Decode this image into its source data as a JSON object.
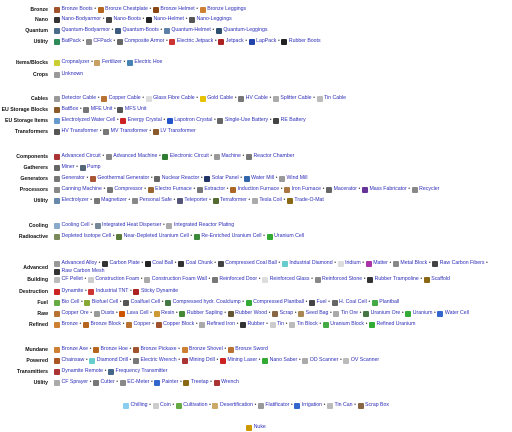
{
  "groups": [
    {
      "label": "Bronze",
      "items": [
        {
          "label": "Bronze Boots",
          "color": "#a0522d"
        },
        {
          "label": "Bronze Chestplate",
          "color": "#b5651d"
        },
        {
          "label": "Bronze Helmet",
          "color": "#8b4513"
        },
        {
          "label": "Bronze Leggings",
          "color": "#cd7f32"
        }
      ]
    },
    {
      "label": "Nano",
      "items": [
        {
          "label": "Nano-Bodyarmor",
          "color": "#333333"
        },
        {
          "label": "Nano-Boots",
          "color": "#444444"
        },
        {
          "label": "Nano-Helmet",
          "color": "#222222"
        },
        {
          "label": "Nano-Leggings",
          "color": "#555555"
        }
      ]
    },
    {
      "label": "Quantum",
      "items": [
        {
          "label": "Quantum-Bodyarmor",
          "color": "#4a6b8a"
        },
        {
          "label": "Quantum-Boots",
          "color": "#3d5a80"
        },
        {
          "label": "Quantum-Helmet",
          "color": "#5b7fa6"
        },
        {
          "label": "Quantum-Leggings",
          "color": "#2f4f6f"
        }
      ]
    },
    {
      "label": "Utility",
      "items": [
        {
          "label": "BatPack",
          "color": "#2e8b57"
        },
        {
          "label": "CFPack",
          "color": "#888888"
        },
        {
          "label": "Composite Armor",
          "color": "#666666"
        },
        {
          "label": "Electric Jetpack",
          "color": "#cc3333"
        },
        {
          "label": "Jetpack",
          "color": "#aa2222"
        },
        {
          "label": "LapPack",
          "color": "#2244aa"
        },
        {
          "label": "Rubber Boots",
          "color": "#222222"
        }
      ]
    },
    {
      "label": "Items/Blocks",
      "items": [
        {
          "label": "Cropnalyzer",
          "color": "#cccc33"
        },
        {
          "label": "Fertilizer",
          "color": "#c8a064"
        },
        {
          "label": "Electric Hoe",
          "color": "#4682b4"
        }
      ]
    },
    {
      "label": "Crops",
      "items": [
        {
          "label": "Unknown",
          "color": "#999999"
        }
      ]
    },
    {
      "label": "Cables",
      "items": [
        {
          "label": "Detector Cable",
          "color": "#999999"
        },
        {
          "label": "Copper Cable",
          "color": "#b87333"
        },
        {
          "label": "Glass Fibre Cable",
          "color": "#dddddd"
        },
        {
          "label": "Gold Cable",
          "color": "#e6c200"
        },
        {
          "label": "HV Cable",
          "color": "#777777"
        },
        {
          "label": "Splitter Cable",
          "color": "#aaaaaa"
        },
        {
          "label": "Tin Cable",
          "color": "#bbbbbb"
        }
      ]
    },
    {
      "label": "EU Storage Blocks",
      "items": [
        {
          "label": "BatBox",
          "color": "#8b5a2b"
        },
        {
          "label": "MFE Unit",
          "color": "#777777"
        },
        {
          "label": "MFS Unit",
          "color": "#555555"
        }
      ]
    },
    {
      "label": "EU Storage Items",
      "items": [
        {
          "label": "Electrolyzed Water Cell",
          "color": "#6699cc"
        },
        {
          "label": "Energy Crystal",
          "color": "#cc2222"
        },
        {
          "label": "Lapotron Crystal",
          "color": "#2255cc"
        },
        {
          "label": "Single-Use Battery",
          "color": "#666666"
        },
        {
          "label": "RE Battery",
          "color": "#444444"
        }
      ]
    },
    {
      "label": "Transformers",
      "items": [
        {
          "label": "HV Transformer",
          "color": "#555555"
        },
        {
          "label": "MV Transformer",
          "color": "#777777"
        },
        {
          "label": "LV Transformer",
          "color": "#8b5a2b"
        }
      ]
    },
    {
      "label": "Components",
      "items": [
        {
          "label": "Advanced Circuit",
          "color": "#aa3333"
        },
        {
          "label": "Advanced Machine",
          "color": "#888888"
        },
        {
          "label": "Electronic Circuit",
          "color": "#2e7d32"
        },
        {
          "label": "Machine",
          "color": "#999999"
        },
        {
          "label": "Reactor Chamber",
          "color": "#777777"
        }
      ]
    },
    {
      "label": "Gatherers",
      "items": [
        {
          "label": "Miner",
          "color": "#666666"
        },
        {
          "label": "Pump",
          "color": "#556677"
        }
      ]
    },
    {
      "label": "Generators",
      "items": [
        {
          "label": "Generator",
          "color": "#777777"
        },
        {
          "label": "Geothermal Generator",
          "color": "#aa5533"
        },
        {
          "label": "Nuclear Reactor",
          "color": "#666666"
        },
        {
          "label": "Solar Panel",
          "color": "#223366"
        },
        {
          "label": "Water Mill",
          "color": "#3366aa"
        },
        {
          "label": "Wind Mill",
          "color": "#999999"
        }
      ]
    },
    {
      "label": "Processors",
      "items": [
        {
          "label": "Canning Machine",
          "color": "#888888"
        },
        {
          "label": "Compressor",
          "color": "#777777"
        },
        {
          "label": "Electro Furnace",
          "color": "#996633"
        },
        {
          "label": "Extractor",
          "color": "#777777"
        },
        {
          "label": "Induction Furnace",
          "color": "#aa6622"
        },
        {
          "label": "Iron Furnace",
          "color": "#aa7744"
        },
        {
          "label": "Macerator",
          "color": "#666666"
        },
        {
          "label": "Mass Fabricator",
          "color": "#663399"
        },
        {
          "label": "Recycler",
          "color": "#888888"
        }
      ]
    },
    {
      "label": "Utility",
      "items": [
        {
          "label": "Electrolyzer",
          "color": "#6688aa"
        },
        {
          "label": "Magnetizer",
          "color": "#777777"
        },
        {
          "label": "Personal Safe",
          "color": "#888888"
        },
        {
          "label": "Teleporter",
          "color": "#555577"
        },
        {
          "label": "Terraformer",
          "color": "#556b2f"
        },
        {
          "label": "Tesla Coil",
          "color": "#aaaaaa"
        },
        {
          "label": "Trade-O-Mat",
          "color": "#8b6914"
        }
      ]
    },
    {
      "label": "Cooling",
      "items": [
        {
          "label": "Cooling Cell",
          "color": "#88aacc"
        },
        {
          "label": "Integrated Heat Disperser",
          "color": "#778899"
        },
        {
          "label": "Integrated Reactor Plating",
          "color": "#aaaaaa"
        }
      ]
    },
    {
      "label": "Radioactive",
      "items": [
        {
          "label": "Depleted Isotope Cell",
          "color": "#7a8a5a"
        },
        {
          "label": "Near-Depleted Uranium Cell",
          "color": "#5a7a3a"
        },
        {
          "label": "Re-Enriched Uranium Cell",
          "color": "#3a8a3a"
        },
        {
          "label": "Uranium Cell",
          "color": "#33aa33"
        }
      ]
    },
    {
      "label": "Advanced",
      "items": [
        {
          "label": "Advanced Alloy",
          "color": "#999999"
        },
        {
          "label": "Carbon Plate",
          "color": "#333333"
        },
        {
          "label": "Coal Ball",
          "color": "#222222"
        },
        {
          "label": "Coal Chunk",
          "color": "#333333"
        },
        {
          "label": "Compressed Coal Ball",
          "color": "#444444"
        },
        {
          "label": "Industrial Diamond",
          "color": "#66cccc"
        },
        {
          "label": "Iridium",
          "color": "#dddddd"
        },
        {
          "label": "Matter",
          "color": "#aa33aa"
        },
        {
          "label": "Metal Block",
          "color": "#888888"
        },
        {
          "label": "Raw Carbon Fibers",
          "color": "#444444"
        },
        {
          "label": "Raw Carbon Mesh",
          "color": "#333333"
        }
      ]
    },
    {
      "label": "Building",
      "items": [
        {
          "label": "CF Pellet",
          "color": "#bbbbbb"
        },
        {
          "label": "Construction Foam",
          "color": "#cccccc"
        },
        {
          "label": "Construction Foam Wall",
          "color": "#aaaaaa"
        },
        {
          "label": "Reinforced Door",
          "color": "#777777"
        },
        {
          "label": "Reinforced Glass",
          "color": "#dddddd"
        },
        {
          "label": "Reinforced Stone",
          "color": "#888888"
        },
        {
          "label": "Rubber Trampoline",
          "color": "#333333"
        },
        {
          "label": "Scaffold",
          "color": "#8b6914"
        }
      ]
    },
    {
      "label": "Destruction",
      "items": [
        {
          "label": "Dynamite",
          "color": "#cc2222"
        },
        {
          "label": "Industrial TNT",
          "color": "#cc3333"
        },
        {
          "label": "Sticky Dynamite",
          "color": "#aa2222"
        }
      ]
    },
    {
      "label": "Fuel",
      "items": [
        {
          "label": "Bio Cell",
          "color": "#66aa44"
        },
        {
          "label": "Biofuel Cell",
          "color": "#88aa33"
        },
        {
          "label": "Coalfuel Cell",
          "color": "#555555"
        },
        {
          "label": "Compressed hydr. Coalclump",
          "color": "#447744"
        },
        {
          "label": "Compressed Plantball",
          "color": "#33aa33"
        },
        {
          "label": "Fuel",
          "color": "#444444"
        },
        {
          "label": "H. Coal Cell",
          "color": "#666666"
        },
        {
          "label": "Plantball",
          "color": "#44aa44"
        }
      ]
    },
    {
      "label": "Raw",
      "items": [
        {
          "label": "Copper Ore",
          "color": "#b87333"
        },
        {
          "label": "Dusts",
          "color": "#999999"
        },
        {
          "label": "Lava Cell",
          "color": "#cc5500"
        },
        {
          "label": "Resin",
          "color": "#cc9933"
        },
        {
          "label": "Rubber Sapling",
          "color": "#448833"
        },
        {
          "label": "Rubber Wood",
          "color": "#665533"
        },
        {
          "label": "Scrap",
          "color": "#886644"
        },
        {
          "label": "Seed Bag",
          "color": "#aa8855"
        },
        {
          "label": "Tin Ore",
          "color": "#aaaaaa"
        },
        {
          "label": "Uranium Ore",
          "color": "#447744"
        },
        {
          "label": "Uranium",
          "color": "#33aa33"
        },
        {
          "label": "Water Cell",
          "color": "#3366cc"
        }
      ]
    },
    {
      "label": "Refined",
      "items": [
        {
          "label": "Bronze",
          "color": "#cd7f32"
        },
        {
          "label": "Bronze Block",
          "color": "#b5651d"
        },
        {
          "label": "Copper",
          "color": "#b87333"
        },
        {
          "label": "Copper Block",
          "color": "#a0522d"
        },
        {
          "label": "Refined Iron",
          "color": "#aaaaaa"
        },
        {
          "label": "Rubber",
          "color": "#333333"
        },
        {
          "label": "Tin",
          "color": "#cccccc"
        },
        {
          "label": "Tin Block",
          "color": "#bbbbbb"
        },
        {
          "label": "Uranium Block",
          "color": "#44aa44"
        },
        {
          "label": "Refined Uranium",
          "color": "#33aa33"
        }
      ]
    },
    {
      "label": "Mundane",
      "items": [
        {
          "label": "Bronze Axe",
          "color": "#cd7f32"
        },
        {
          "label": "Bronze Hoe",
          "color": "#b5651d"
        },
        {
          "label": "Bronze Pickaxe",
          "color": "#a0522d"
        },
        {
          "label": "Bronze Shovel",
          "color": "#cd7f32"
        },
        {
          "label": "Bronze Sword",
          "color": "#b87333"
        }
      ]
    },
    {
      "label": "Powered",
      "items": [
        {
          "label": "Chainsaw",
          "color": "#aa5522"
        },
        {
          "label": "Diamond Drill",
          "color": "#66cccc"
        },
        {
          "label": "Electric Wrench",
          "color": "#777777"
        },
        {
          "label": "Mining Drill",
          "color": "#aa3333"
        },
        {
          "label": "Mining Laser",
          "color": "#cc2222"
        },
        {
          "label": "Nano Saber",
          "color": "#33aa33"
        },
        {
          "label": "OD Scanner",
          "color": "#aaaaaa"
        },
        {
          "label": "OV Scanner",
          "color": "#bbbbbb"
        }
      ]
    },
    {
      "label": "Transmitters",
      "items": [
        {
          "label": "Dynamite Remote",
          "color": "#aa3333"
        },
        {
          "label": "Frequency Transmitter",
          "color": "#446688"
        }
      ]
    },
    {
      "label": "Utility",
      "items": [
        {
          "label": "CF Sprayer",
          "color": "#aaaaaa"
        },
        {
          "label": "Cutter",
          "color": "#777777"
        },
        {
          "label": "EC-Meter",
          "color": "#888888"
        },
        {
          "label": "Painter",
          "color": "#3366cc"
        },
        {
          "label": "Treetap",
          "color": "#8b6914"
        },
        {
          "label": "Wrench",
          "color": "#aa3333"
        }
      ]
    }
  ],
  "misc": [
    {
      "label": "Chilling",
      "color": "#88ccee"
    },
    {
      "label": "Coin",
      "color": "#cccccc"
    },
    {
      "label": "Cultivation",
      "color": "#66aa44"
    },
    {
      "label": "Desertification",
      "color": "#ccaa66"
    },
    {
      "label": "Flatificator",
      "color": "#999999"
    },
    {
      "label": "Irrigation",
      "color": "#3366cc"
    },
    {
      "label": "Tin Can",
      "color": "#bbbbbb"
    },
    {
      "label": "Scrap Box",
      "color": "#886644"
    }
  ],
  "nuke": {
    "label": "Nuke",
    "color": "#cc9900"
  }
}
